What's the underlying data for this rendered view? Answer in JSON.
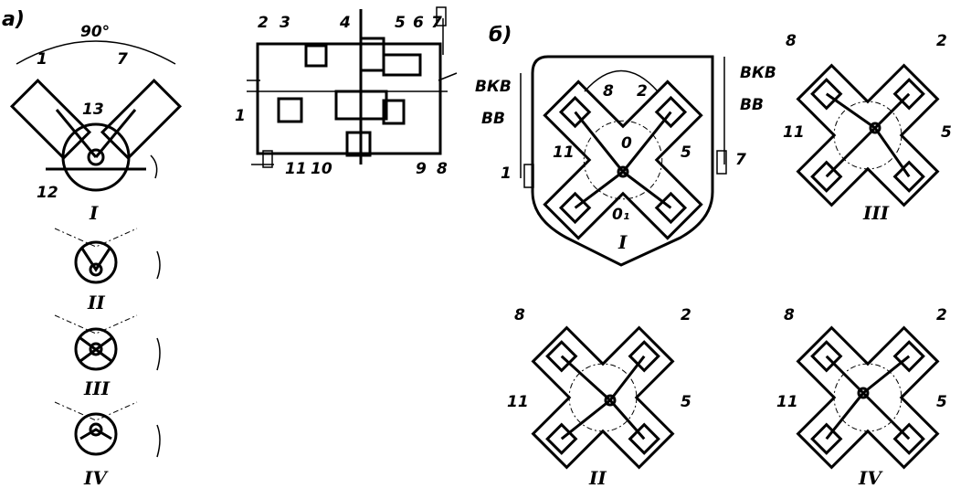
{
  "panel_a": {
    "label": "а)",
    "angle": "90°",
    "parts": [
      "1",
      "7",
      "13",
      "12"
    ],
    "positions": [
      "I",
      "II",
      "III",
      "IV"
    ]
  },
  "mechanism": {
    "parts_top": [
      "2",
      "3",
      "4",
      "5",
      "6",
      "7"
    ],
    "parts_bottom": [
      "1",
      "11",
      "10",
      "9",
      "8"
    ]
  },
  "panel_b": {
    "label": "б)",
    "main": {
      "parts": [
        "8",
        "2",
        "11",
        "5",
        "1",
        "7"
      ],
      "centers": [
        "0",
        "0₁"
      ],
      "valves": [
        "ВКВ",
        "ВВ",
        "ВКВ",
        "ВВ"
      ],
      "position": "I"
    },
    "pos2": {
      "parts": [
        "8",
        "2",
        "11",
        "5"
      ],
      "position": "II"
    },
    "pos3": {
      "parts": [
        "8",
        "2",
        "11",
        "5"
      ],
      "position": "III"
    },
    "pos4": {
      "parts": [
        "8",
        "2",
        "11",
        "5"
      ],
      "position": "IV"
    }
  }
}
